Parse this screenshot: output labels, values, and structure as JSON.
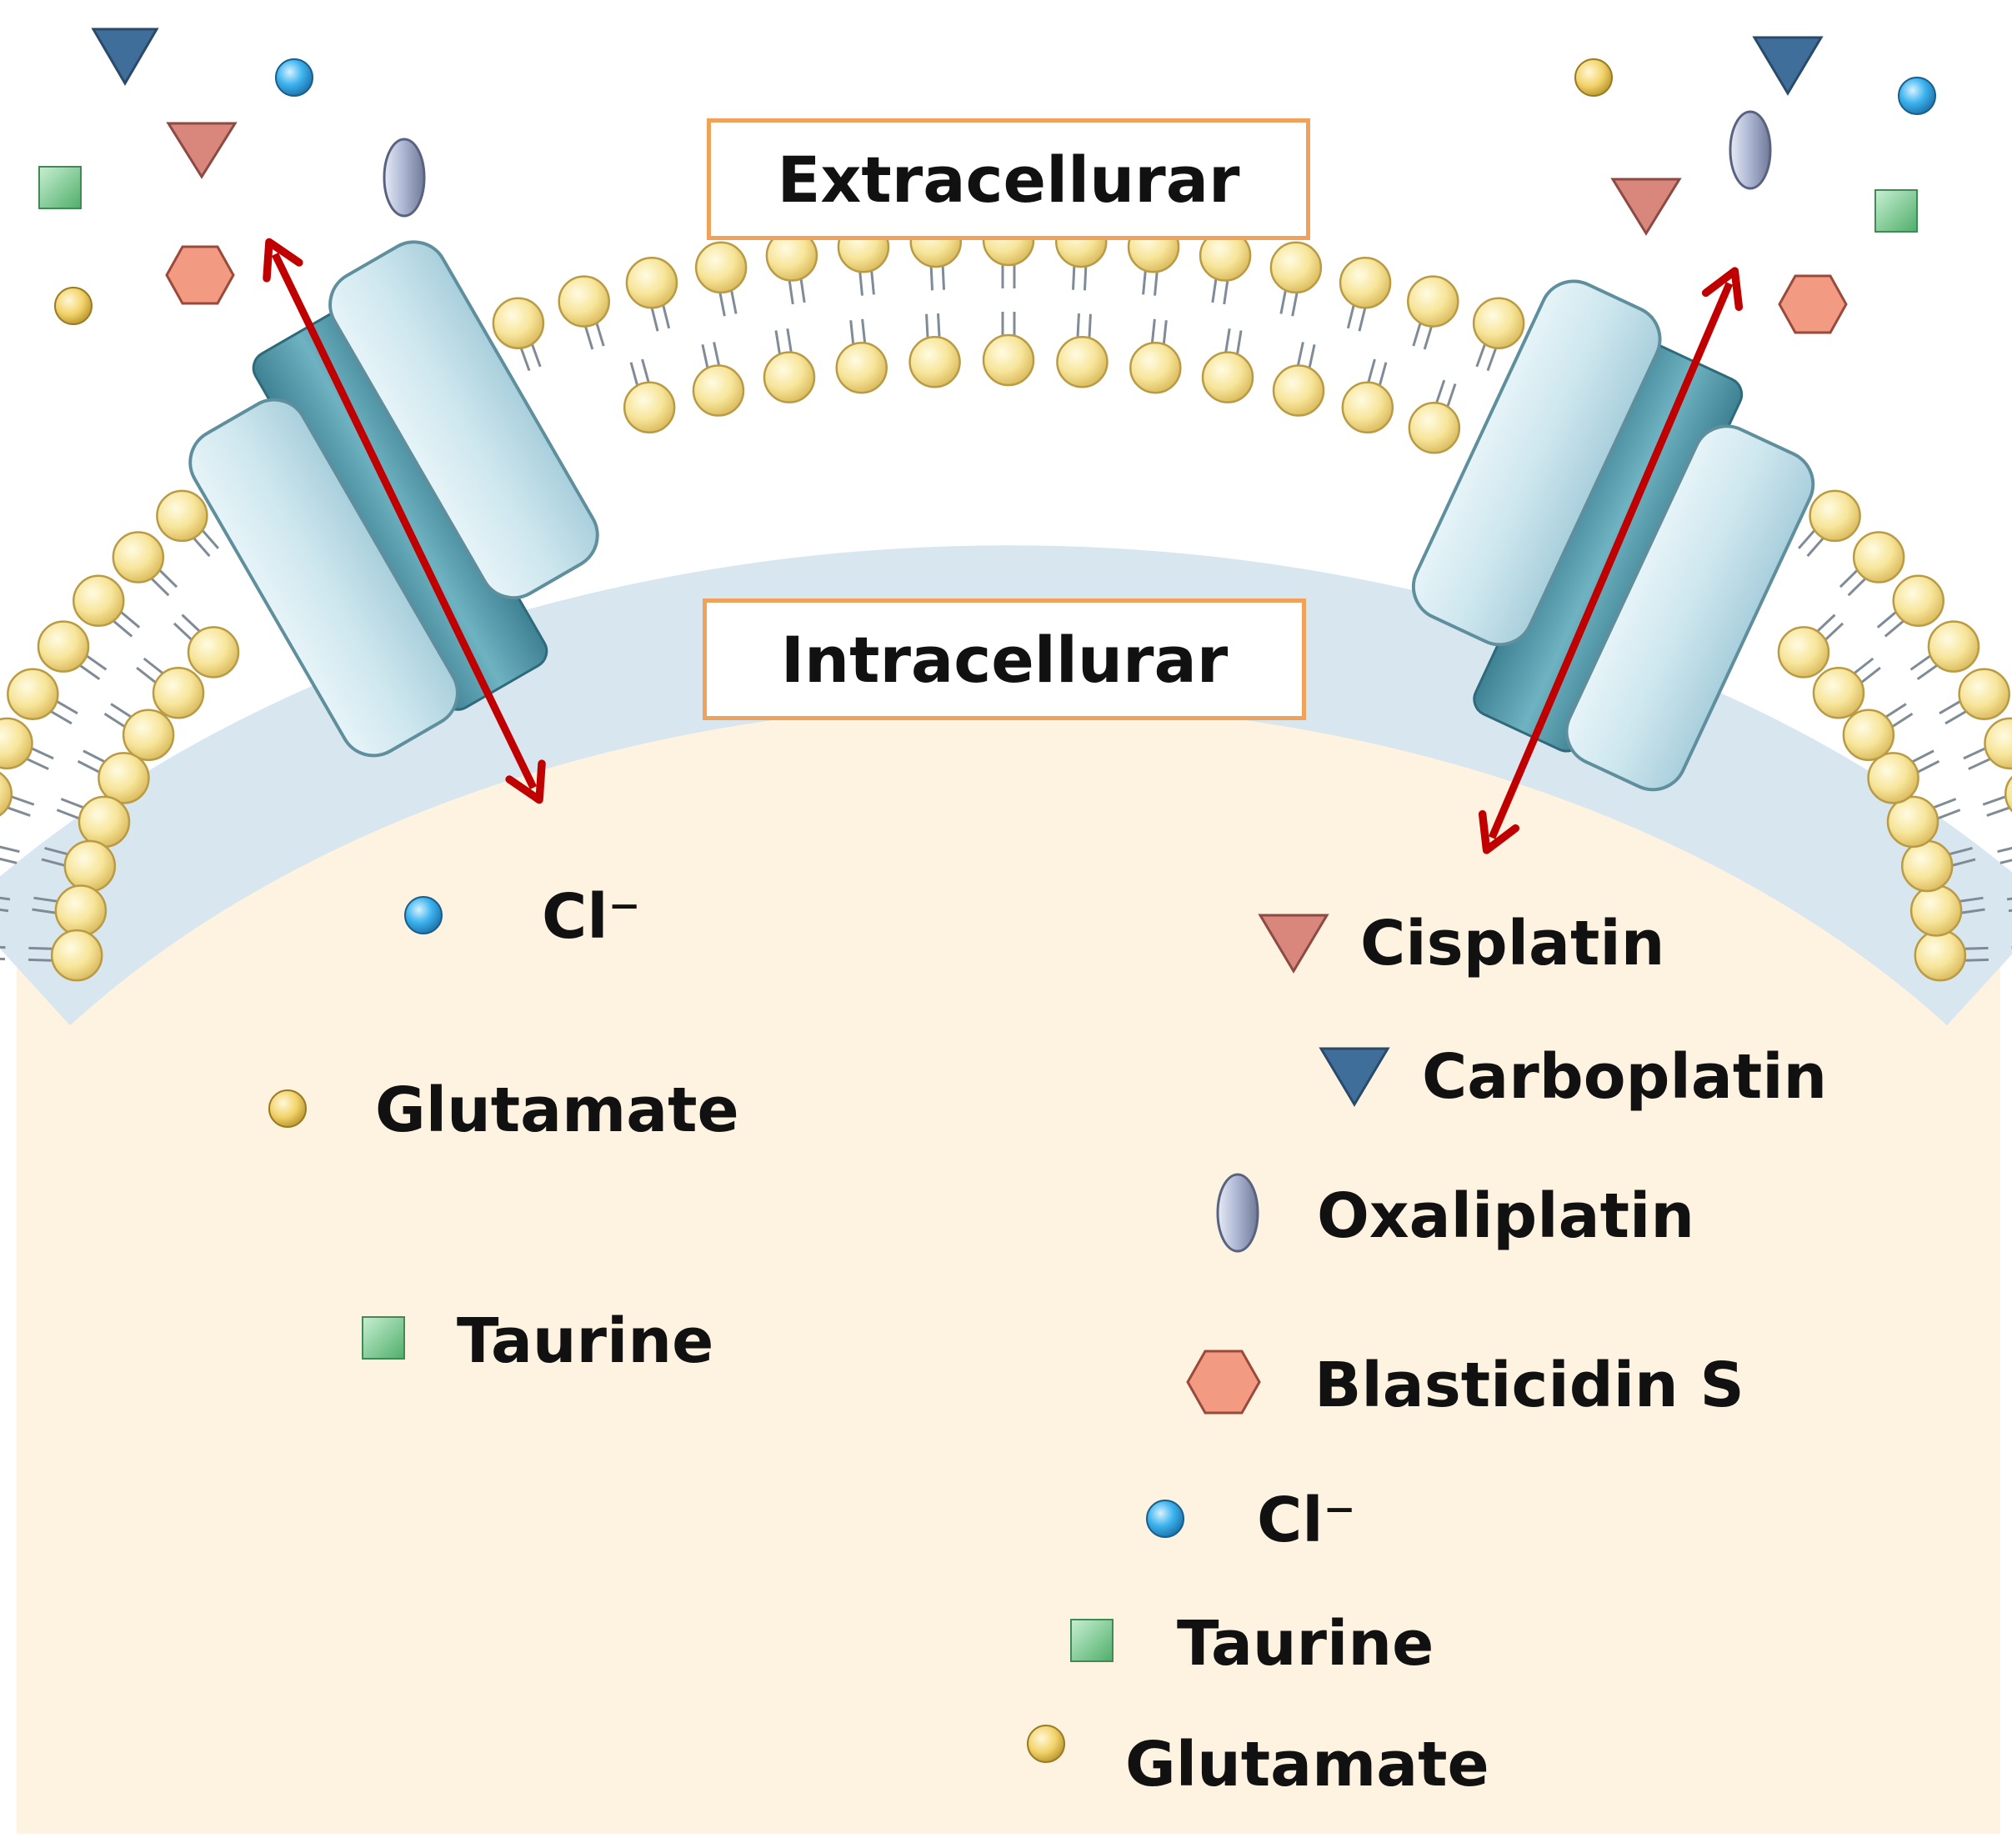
{
  "labels": {
    "extracellular": "Extracellurar",
    "intracellular": "Intracellurar"
  },
  "left_channel_legend": [
    {
      "icon": "chloride-ion-icon",
      "text": "Cl⁻"
    },
    {
      "icon": "glutamate-icon",
      "text": "Glutamate"
    },
    {
      "icon": "taurine-icon",
      "text": "Taurine"
    }
  ],
  "right_channel_legend": [
    {
      "icon": "cisplatin-icon",
      "text": "Cisplatin"
    },
    {
      "icon": "carboplatin-icon",
      "text": "Carboplatin"
    },
    {
      "icon": "oxaliplatin-icon",
      "text": "Oxaliplatin"
    },
    {
      "icon": "blasticidin-s-icon",
      "text": "Blasticidin S"
    },
    {
      "icon": "chloride-ion-icon",
      "text": "Cl⁻"
    },
    {
      "icon": "taurine-icon",
      "text": "Taurine"
    },
    {
      "icon": "glutamate-icon",
      "text": "Glutamate"
    }
  ],
  "colors": {
    "cytoplasm": "#fdf3e0",
    "membrane_band": "#d8e6f0",
    "lipid_head": "#f7e59a",
    "channel": "#cfe8f0",
    "channel_core": "#5a9fb0",
    "arrow": "#c00000",
    "label_border": "#f0a15a",
    "chloride": "#2ea4e0",
    "glutamate": "#f2d36b",
    "taurine": "#7cc98f",
    "cisplatin": "#d9877c",
    "carboplatin": "#3f6e9a",
    "oxaliplatin": "#a9b3cf",
    "blasticidin": "#f29a82"
  }
}
